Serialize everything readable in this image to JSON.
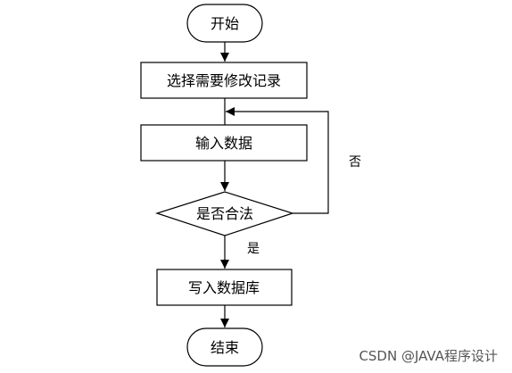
{
  "nodes": {
    "start": "开始",
    "select_record": "选择需要修改记录",
    "input_data": "输入数据",
    "decision": "是否合法",
    "write_db": "写入数据库",
    "end": "结束"
  },
  "edges": {
    "yes_label": "是",
    "no_label": "否"
  },
  "watermark": "CSDN @JAVA程序设计",
  "colors": {
    "stroke": "#000000",
    "fill": "#ffffff",
    "watermark": "#555555"
  }
}
